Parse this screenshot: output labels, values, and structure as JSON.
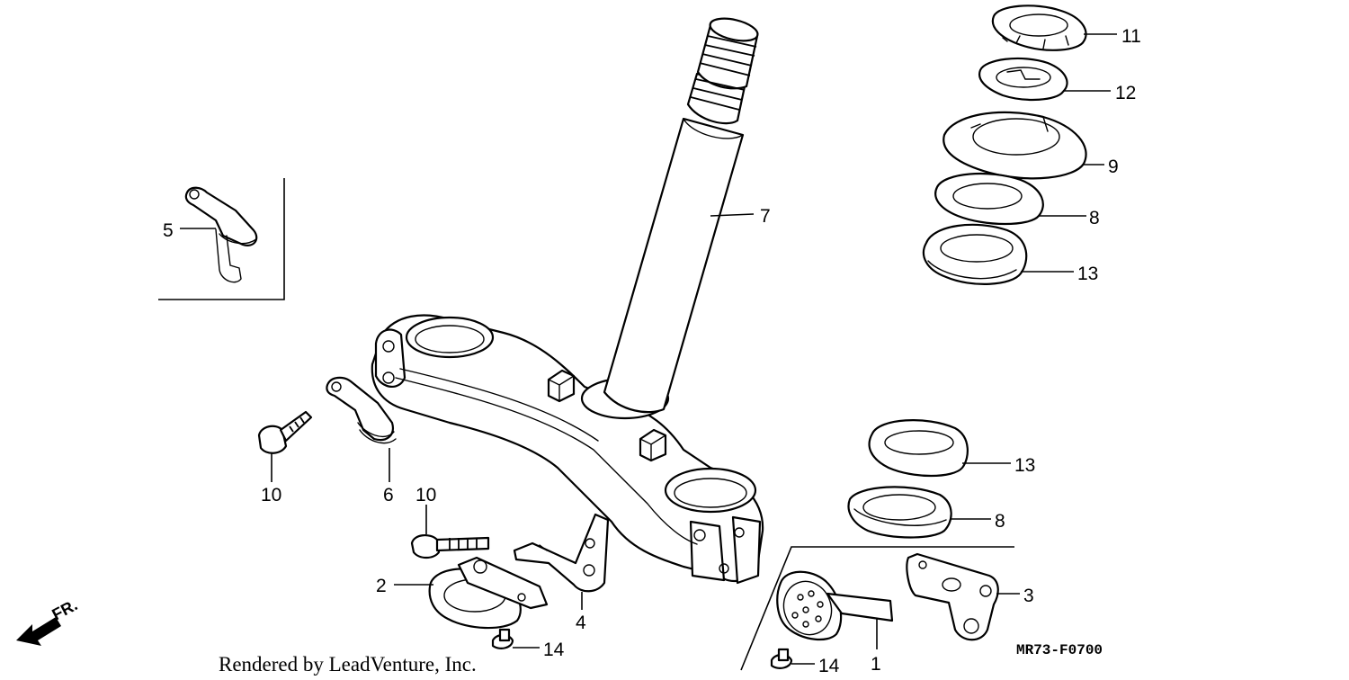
{
  "diagram": {
    "callouts": [
      {
        "id": "11",
        "label": "11"
      },
      {
        "id": "12",
        "label": "12"
      },
      {
        "id": "9",
        "label": "9"
      },
      {
        "id": "8a",
        "label": "8"
      },
      {
        "id": "13a",
        "label": "13"
      },
      {
        "id": "7",
        "label": "7"
      },
      {
        "id": "5",
        "label": "5"
      },
      {
        "id": "10a",
        "label": "10"
      },
      {
        "id": "6",
        "label": "6"
      },
      {
        "id": "10b",
        "label": "10"
      },
      {
        "id": "2",
        "label": "2"
      },
      {
        "id": "4",
        "label": "4"
      },
      {
        "id": "14a",
        "label": "14"
      },
      {
        "id": "13b",
        "label": "13"
      },
      {
        "id": "8b",
        "label": "8"
      },
      {
        "id": "3",
        "label": "3"
      },
      {
        "id": "1",
        "label": "1"
      },
      {
        "id": "14b",
        "label": "14"
      }
    ],
    "diagram_code": "MR73-F0700",
    "front_indicator": "FR.",
    "credit": "Rendered by LeadVenture, Inc."
  }
}
